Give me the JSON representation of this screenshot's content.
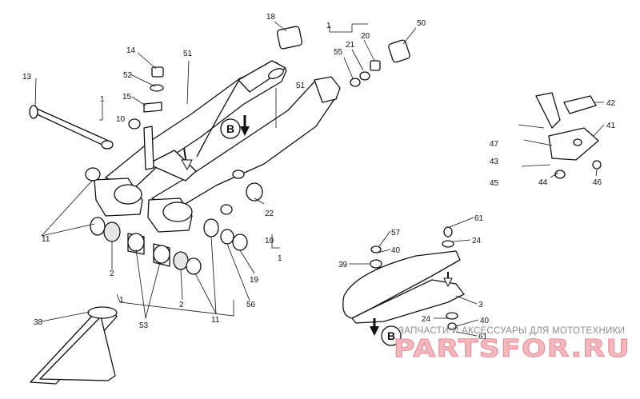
{
  "callouts": {
    "c13": "13",
    "c14": "14",
    "c52": "52",
    "c15": "15",
    "c10a": "10",
    "c51a": "51",
    "c51b": "51",
    "c1a": "1",
    "c1b": "1",
    "c1c": "1",
    "c1d": "1",
    "c18": "18",
    "c21": "21",
    "c20": "20",
    "c55": "55",
    "c50": "50",
    "c42": "42",
    "c41": "41",
    "c47": "47",
    "c43": "43",
    "c45": "45",
    "c44": "44",
    "c46": "46",
    "c22": "22",
    "c10b": "10",
    "c11a": "11",
    "c11b": "11",
    "c2a": "2",
    "c2b": "2",
    "c53": "53",
    "c19": "19",
    "c56": "56",
    "c38": "38",
    "c61a": "61",
    "c57": "57",
    "c24a": "24",
    "c40a": "40",
    "c39": "39",
    "c3": "3",
    "c24b": "24",
    "c40b": "40",
    "c61b": "61"
  },
  "marks": {
    "b_upper": "B",
    "b_lower": "B"
  },
  "watermark": {
    "caption": "ЗАПЧАСТИ И АКСЕССУАРЫ ДЛЯ МОТОТЕХНИКИ",
    "logo": "PARTSFOR.RU"
  }
}
